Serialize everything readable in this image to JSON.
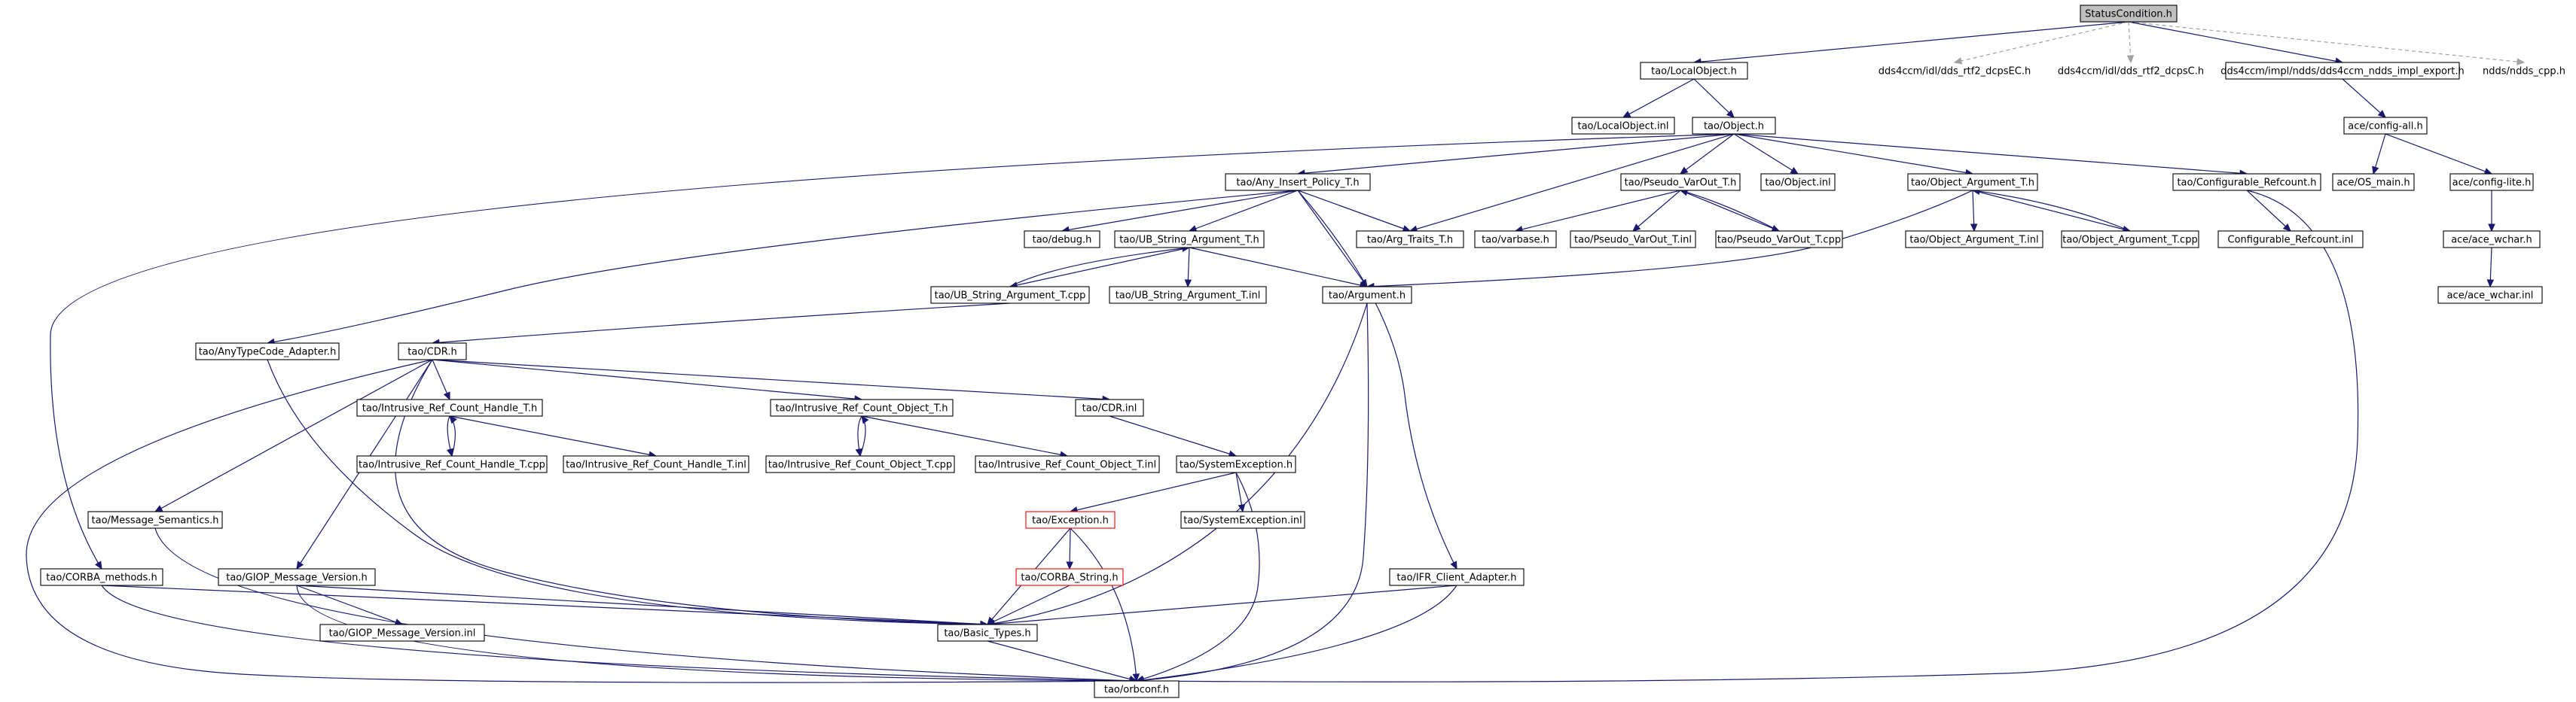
{
  "nodes": {
    "status_condition": "StatusCondition.h",
    "local_object_h": "tao/LocalObject.h",
    "dds_rtf2_ec": "dds4ccm/idl/dds_rtf2_dcpsEC.h",
    "dds_rtf2_c": "dds4ccm/idl/dds_rtf2_dcpsC.h",
    "ndds_impl_export": "dds4ccm/impl/ndds/dds4ccm_ndds_impl_export.h",
    "ndds_cpp": "ndds/ndds_cpp.h",
    "local_object_inl": "tao/LocalObject.inl",
    "object_h": "tao/Object.h",
    "config_all": "ace/config-all.h",
    "any_insert_policy": "tao/Any_Insert_Policy_T.h",
    "pseudo_varout_h": "tao/Pseudo_VarOut_T.h",
    "object_inl": "tao/Object.inl",
    "object_argument_h": "tao/Object_Argument_T.h",
    "configurable_refcount_h": "tao/Configurable_Refcount.h",
    "os_main": "ace/OS_main.h",
    "config_lite": "ace/config-lite.h",
    "debug_h": "tao/debug.h",
    "ub_string_arg_h": "tao/UB_String_Argument_T.h",
    "arg_traits": "tao/Arg_Traits_T.h",
    "varbase": "tao/varbase.h",
    "pseudo_varout_inl": "tao/Pseudo_VarOut_T.inl",
    "pseudo_varout_cpp": "tao/Pseudo_VarOut_T.cpp",
    "object_argument_inl": "tao/Object_Argument_T.inl",
    "object_argument_cpp": "tao/Object_Argument_T.cpp",
    "configurable_refcount_inl": "Configurable_Refcount.inl",
    "ace_wchar_h": "ace/ace_wchar.h",
    "ub_string_arg_cpp": "tao/UB_String_Argument_T.cpp",
    "ub_string_arg_inl": "tao/UB_String_Argument_T.inl",
    "argument_h": "tao/Argument.h",
    "ace_wchar_inl": "ace/ace_wchar.inl",
    "anytypecode_adapter": "tao/AnyTypeCode_Adapter.h",
    "cdr_h": "tao/CDR.h",
    "irch_h": "tao/Intrusive_Ref_Count_Handle_T.h",
    "irco_h": "tao/Intrusive_Ref_Count_Object_T.h",
    "cdr_inl": "tao/CDR.inl",
    "irch_cpp": "tao/Intrusive_Ref_Count_Handle_T.cpp",
    "irch_inl": "tao/Intrusive_Ref_Count_Handle_T.inl",
    "irco_cpp": "tao/Intrusive_Ref_Count_Object_T.cpp",
    "irco_inl": "tao/Intrusive_Ref_Count_Object_T.inl",
    "system_exception_h": "tao/SystemException.h",
    "message_semantics": "tao/Message_Semantics.h",
    "exception_h": "tao/Exception.h",
    "system_exception_inl": "tao/SystemException.inl",
    "corba_methods": "tao/CORBA_methods.h",
    "giop_version_h": "tao/GIOP_Message_Version.h",
    "corba_string": "tao/CORBA_String.h",
    "ifr_client_adapter": "tao/IFR_Client_Adapter.h",
    "giop_version_inl": "tao/GIOP_Message_Version.inl",
    "basic_types": "tao/Basic_Types.h",
    "orbconf": "tao/orbconf.h"
  },
  "colors": {
    "edge": "#191970",
    "dashed_edge": "#a0a0a0",
    "root_fill": "#bfbfbf",
    "missing_node_border": "#ff0000"
  }
}
